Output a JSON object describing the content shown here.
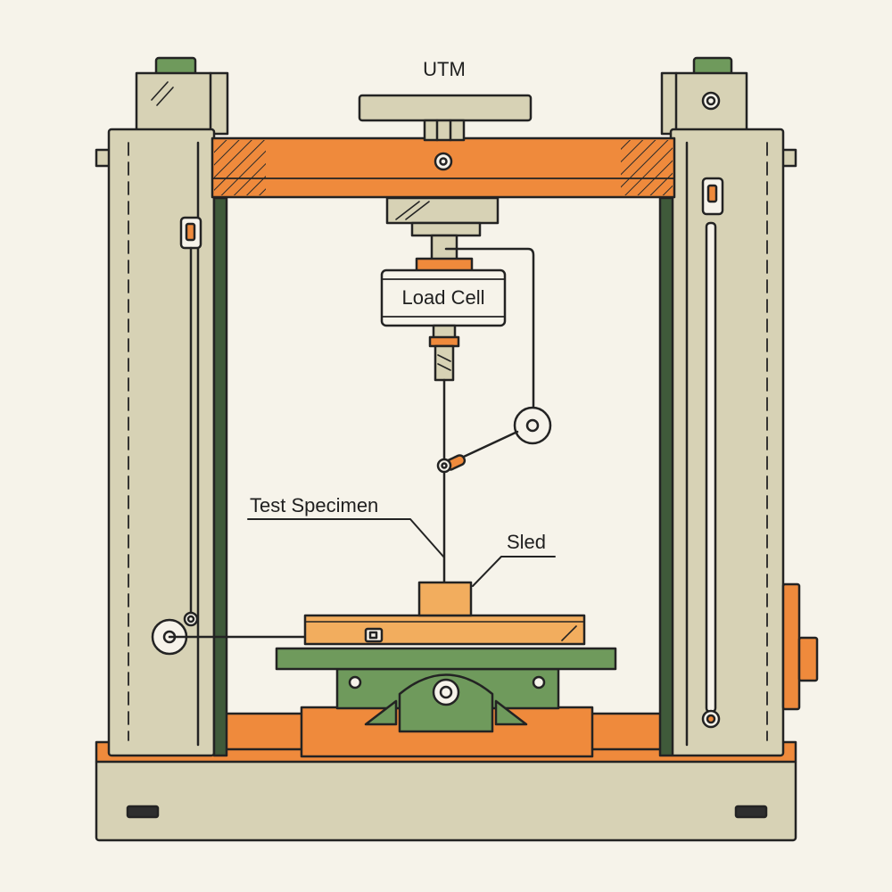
{
  "labels": {
    "utm": "UTM",
    "load_cell": "Load Cell",
    "test_specimen": "Test Specimen",
    "sled": "Sled"
  },
  "colors": {
    "background": "#f6f3ea",
    "beige": "#d7d2b5",
    "beige_dark": "#c9c3a3",
    "orange": "#ef8a3c",
    "orange_light": "#f2ad5e",
    "green": "#6f9a5c",
    "green_dark": "#3f5a3a",
    "outline": "#232323"
  }
}
